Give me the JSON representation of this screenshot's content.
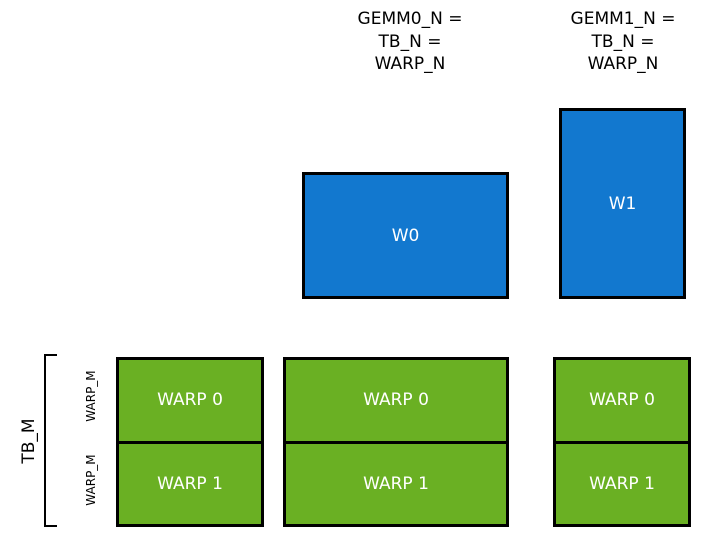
{
  "diagram": {
    "title_columns": [
      {
        "text": "GEMM0_N =\nTB_N =\nWARP_N"
      },
      {
        "text": "GEMM1_N =\nTB_N =\nWARP_N"
      }
    ],
    "blue_blocks": [
      {
        "label": "W0"
      },
      {
        "label": "W1"
      }
    ],
    "green_columns": [
      {
        "cells": [
          {
            "label": "WARP 0"
          },
          {
            "label": "WARP 1"
          }
        ]
      },
      {
        "cells": [
          {
            "label": "WARP 0"
          },
          {
            "label": "WARP 1"
          }
        ]
      },
      {
        "cells": [
          {
            "label": "WARP 0"
          },
          {
            "label": "WARP 1"
          }
        ]
      }
    ],
    "axis_labels": {
      "tb_m": "TB_M",
      "warp_m_top": "WARP_M",
      "warp_m_bottom": "WARP_M"
    },
    "colors": {
      "blue": "#1278CF",
      "green": "#6AB023",
      "outline": "#000000",
      "background": "#FFFFFF",
      "text_on_fill": "#FFFFFF",
      "text": "#000000"
    }
  }
}
